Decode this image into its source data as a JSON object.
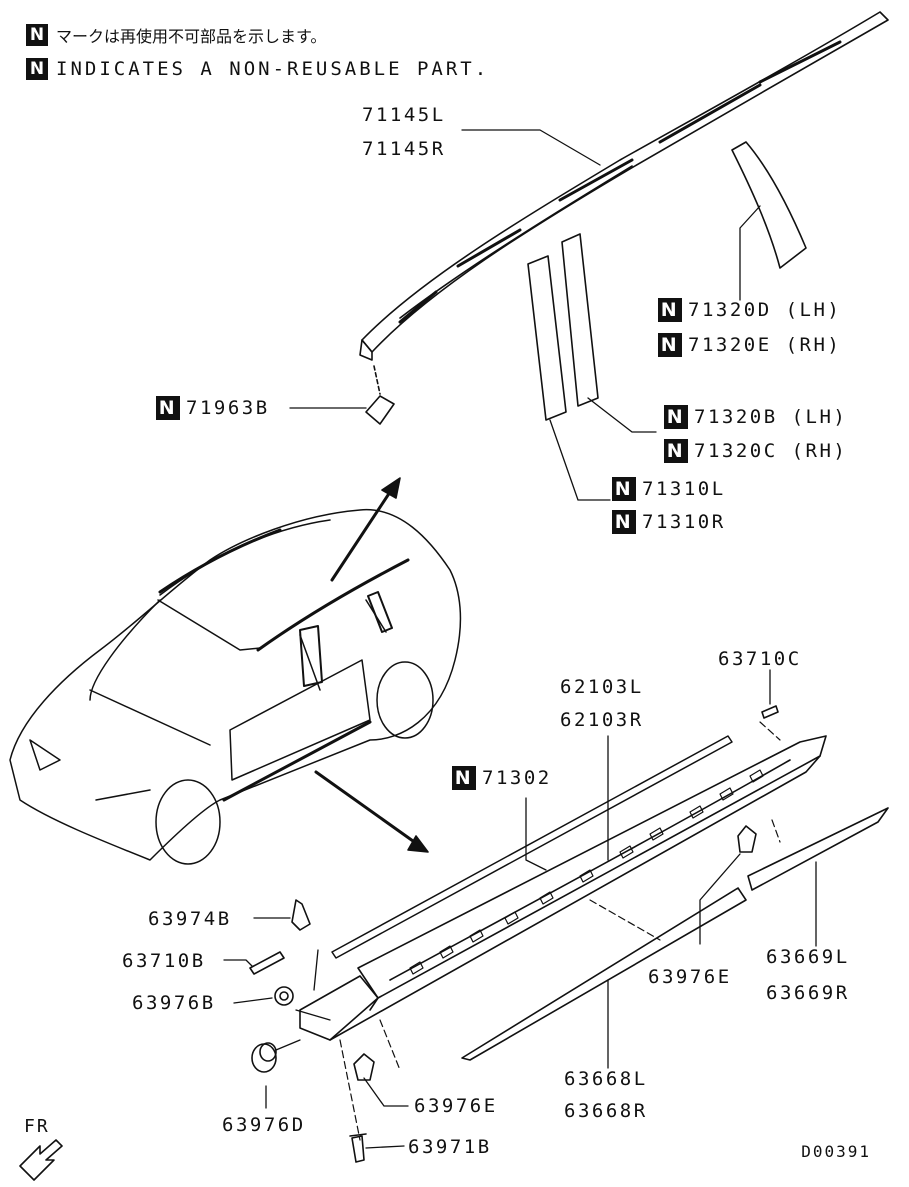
{
  "legend": {
    "jp_text": "マークは再使用不可部品を示します。",
    "en_text": "INDICATES A NON-REUSABLE PART.",
    "symbol": "N"
  },
  "labels": {
    "p71145": [
      "71145L",
      "71145R"
    ],
    "p71320de": [
      "71320D (LH)",
      "71320E (RH)"
    ],
    "p71320bc": [
      "71320B (LH)",
      "71320C (RH)"
    ],
    "p71310": [
      "71310L",
      "71310R"
    ],
    "p71963": "71963B",
    "p63710c": "63710C",
    "p62103": [
      "62103L",
      "62103R"
    ],
    "p71302": "71302",
    "p63974b": "63974B",
    "p63710b": "63710B",
    "p63976b": "63976B",
    "p63976d": "63976D",
    "p63976e_right": "63976E",
    "p63669": [
      "63669L",
      "63669R"
    ],
    "p63668": [
      "63668L",
      "63668R"
    ],
    "p63976e_bottom": "63976E",
    "p63971b": "63971B"
  },
  "direction_label": "FR",
  "diagram_code": "D00391"
}
